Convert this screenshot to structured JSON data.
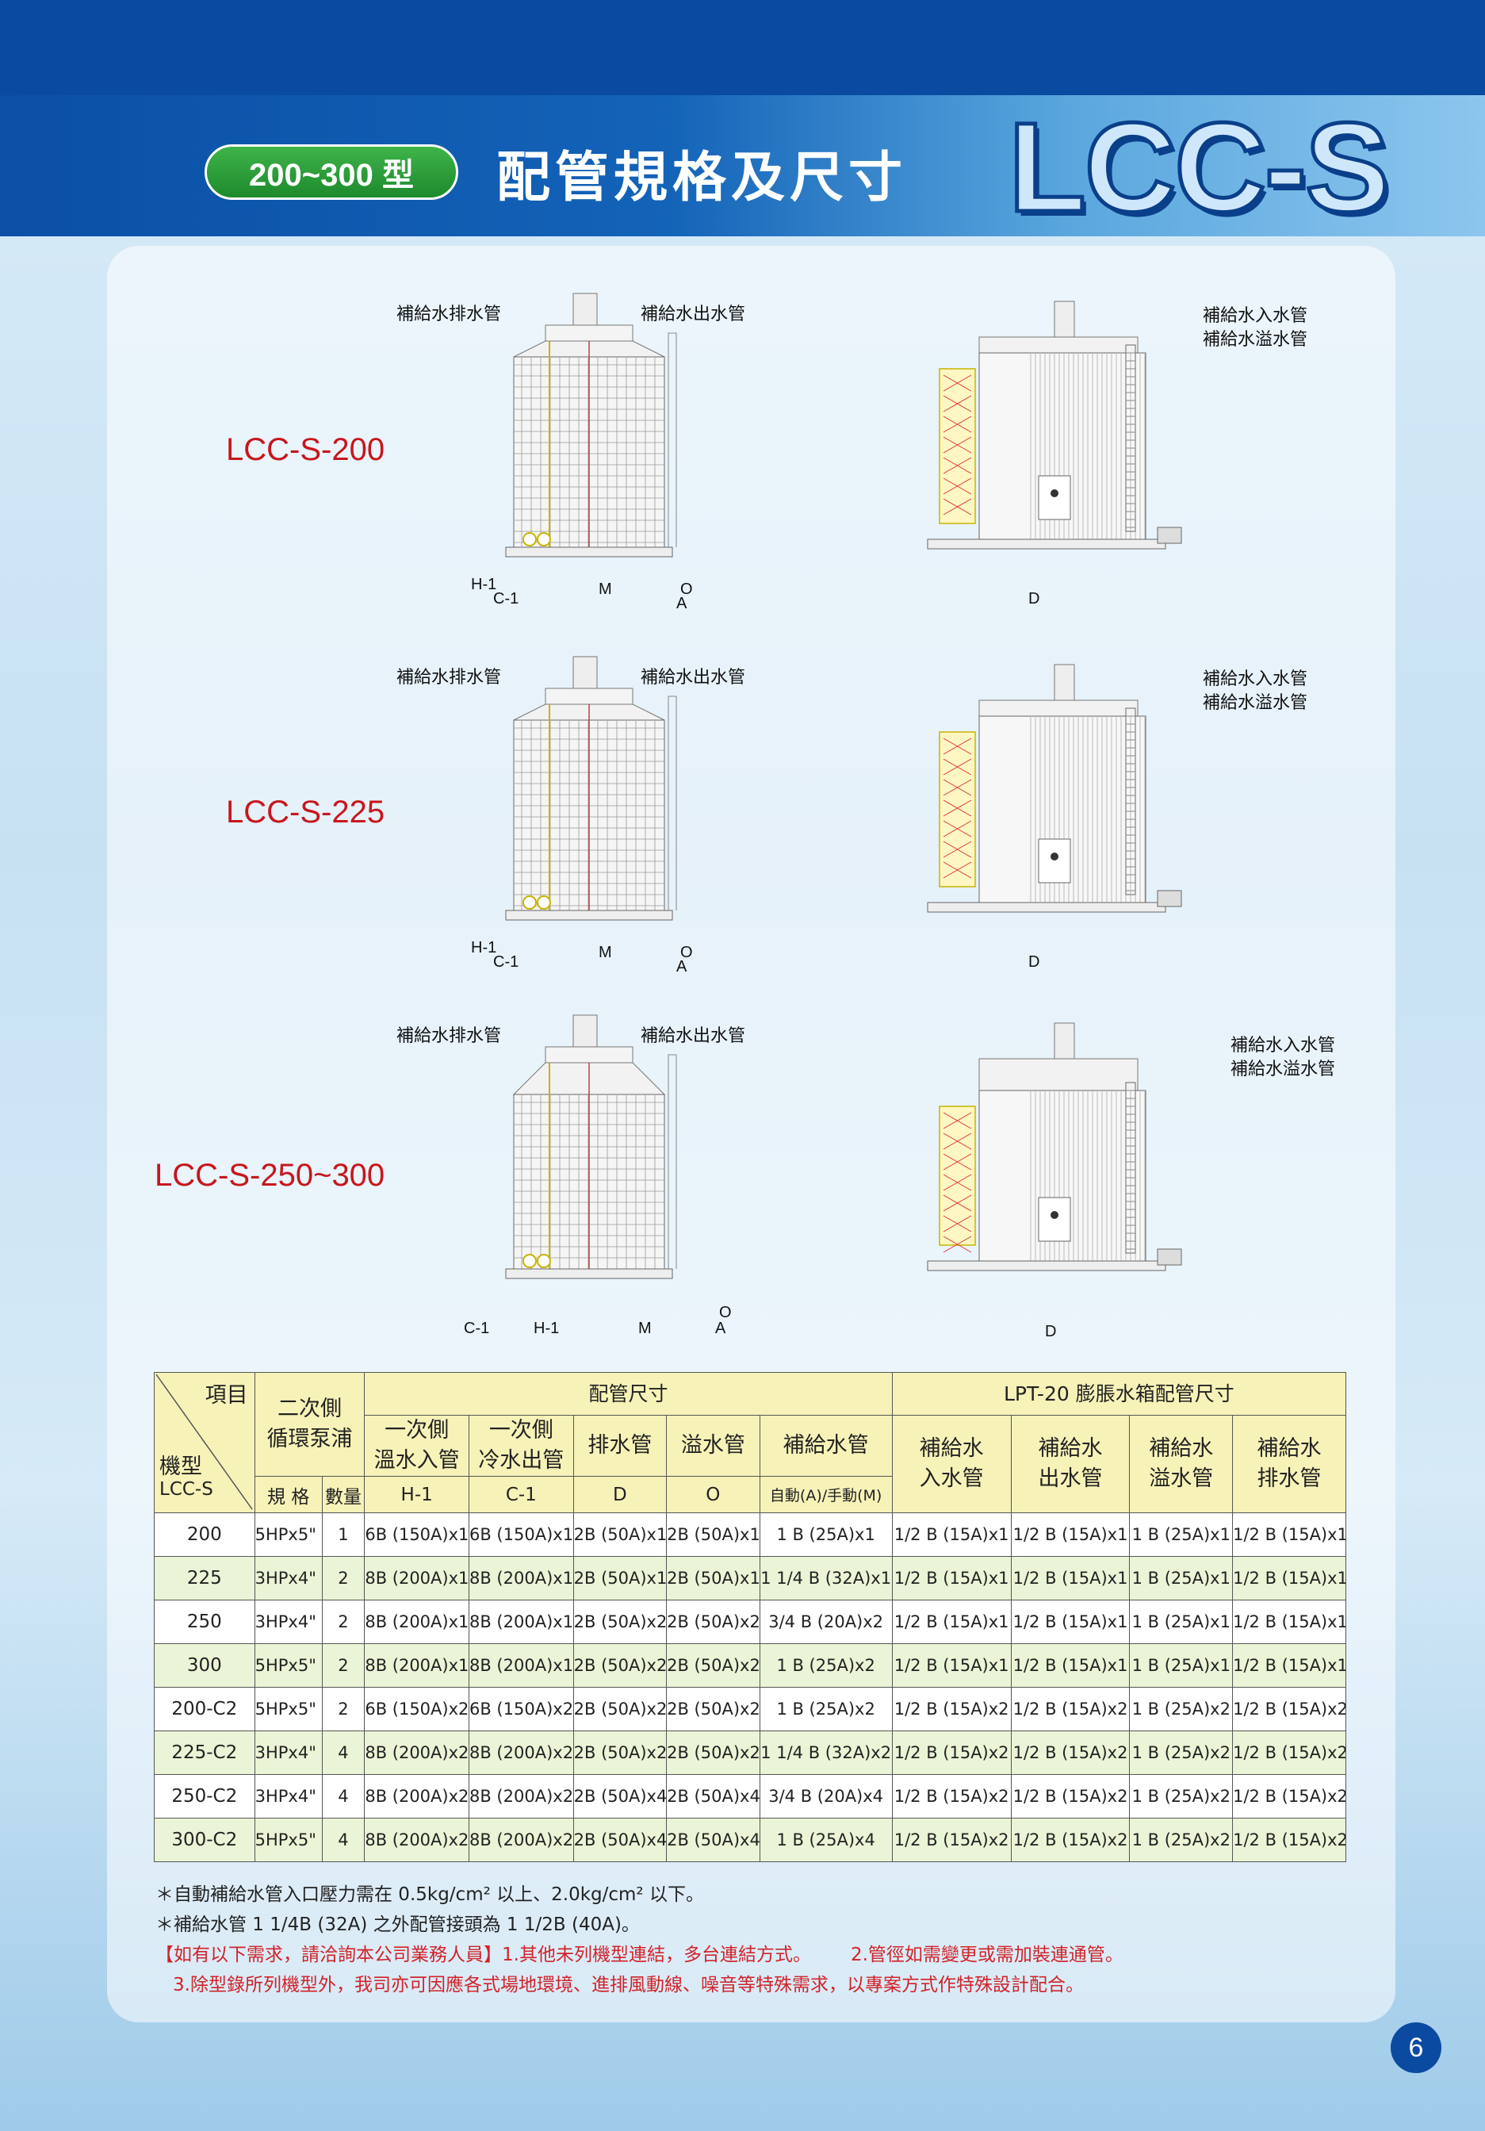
{
  "header": {
    "series": "200~300 型",
    "title": "配管規格及尺寸",
    "brand": "LCC-S"
  },
  "diagrams": [
    {
      "model": "LCC-S-200",
      "drain_callout": "補給水排水管",
      "outlet_callout": "補給水出水管",
      "inlet_callout": "補給水入水管",
      "overflow_callout": "補給水溢水管",
      "letters": [
        "H-1",
        "C-1",
        "M",
        "O",
        "A",
        "D"
      ]
    },
    {
      "model": "LCC-S-225",
      "drain_callout": "補給水排水管",
      "outlet_callout": "補給水出水管",
      "inlet_callout": "補給水入水管",
      "overflow_callout": "補給水溢水管",
      "letters": [
        "H-1",
        "C-1",
        "M",
        "O",
        "A",
        "D"
      ]
    },
    {
      "model": "LCC-S-250~300",
      "drain_callout": "補給水排水管",
      "outlet_callout": "補給水出水管",
      "inlet_callout": "補給水入水管",
      "overflow_callout": "補給水溢水管",
      "letters": [
        "C-1",
        "H-1",
        "M",
        "O",
        "A",
        "D"
      ]
    }
  ],
  "table": {
    "corner_item": "項目",
    "corner_model": "機型",
    "corner_series": "LCC-S",
    "pump_group": "二次側\n循環泵浦",
    "pipe_group": "配管尺寸",
    "tank_group": "LPT-20  膨脹水箱配管尺寸",
    "col_h1": "一次側\n溫水入管",
    "col_c1": "一次側\n冷水出管",
    "col_drain": "排水管",
    "col_overflow": "溢水管",
    "col_makeup": "補給水管",
    "col_tank_in": "補給水\n入水管",
    "col_tank_out": "補給水\n出水管",
    "col_tank_overflow": "補給水\n溢水管",
    "col_tank_drain": "補給水\n排水管",
    "sub_spec": "規 格",
    "sub_qty": "數量",
    "sub_h1": "H-1",
    "sub_c1": "C-1",
    "sub_d": "D",
    "sub_o": "O",
    "sub_makeup": "自動(A)/手動(M)",
    "rows": [
      [
        "200",
        "5HPx5\"",
        "1",
        "6B (150A)x1",
        "6B (150A)x1",
        "2B (50A)x1",
        "2B (50A)x1",
        "1 B (25A)x1",
        "1/2 B (15A)x1",
        "1/2 B (15A)x1",
        "1 B (25A)x1",
        "1/2 B (15A)x1"
      ],
      [
        "225",
        "3HPx4\"",
        "2",
        "8B (200A)x1",
        "8B (200A)x1",
        "2B (50A)x1",
        "2B (50A)x1",
        "1 1/4 B (32A)x1",
        "1/2 B (15A)x1",
        "1/2 B (15A)x1",
        "1 B (25A)x1",
        "1/2 B (15A)x1"
      ],
      [
        "250",
        "3HPx4\"",
        "2",
        "8B (200A)x1",
        "8B (200A)x1",
        "2B (50A)x2",
        "2B (50A)x2",
        "3/4 B (20A)x2",
        "1/2 B (15A)x1",
        "1/2 B (15A)x1",
        "1 B (25A)x1",
        "1/2 B (15A)x1"
      ],
      [
        "300",
        "5HPx5\"",
        "2",
        "8B (200A)x1",
        "8B (200A)x1",
        "2B (50A)x2",
        "2B (50A)x2",
        "1 B (25A)x2",
        "1/2 B (15A)x1",
        "1/2 B (15A)x1",
        "1 B (25A)x1",
        "1/2 B (15A)x1"
      ],
      [
        "200-C2",
        "5HPx5\"",
        "2",
        "6B (150A)x2",
        "6B (150A)x2",
        "2B (50A)x2",
        "2B (50A)x2",
        "1 B (25A)x2",
        "1/2 B (15A)x2",
        "1/2 B (15A)x2",
        "1 B (25A)x2",
        "1/2 B (15A)x2"
      ],
      [
        "225-C2",
        "3HPx4\"",
        "4",
        "8B (200A)x2",
        "8B (200A)x2",
        "2B (50A)x2",
        "2B (50A)x2",
        "1 1/4 B (32A)x2",
        "1/2 B (15A)x2",
        "1/2 B (15A)x2",
        "1 B (25A)x2",
        "1/2 B (15A)x2"
      ],
      [
        "250-C2",
        "3HPx4\"",
        "4",
        "8B (200A)x2",
        "8B (200A)x2",
        "2B (50A)x4",
        "2B (50A)x4",
        "3/4 B (20A)x4",
        "1/2 B (15A)x2",
        "1/2 B (15A)x2",
        "1 B (25A)x2",
        "1/2 B (15A)x2"
      ],
      [
        "300-C2",
        "5HPx5\"",
        "4",
        "8B (200A)x2",
        "8B (200A)x2",
        "2B (50A)x4",
        "2B (50A)x4",
        "1 B (25A)x4",
        "1/2 B (15A)x2",
        "1/2 B (15A)x2",
        "1 B (25A)x2",
        "1/2 B (15A)x2"
      ]
    ]
  },
  "notes": {
    "line1": "＊自動補給水管入口壓力需在 0.5kg/cm² 以上、2.0kg/cm² 以下。",
    "line2": "＊補給水管 1 1/4B (32A) 之外配管接頭為 1 1/2B (40A)。",
    "line3_red": "【如有以下需求，請洽詢本公司業務人員】",
    "line3_a": "1.其他未列機型連結，多台連結方式。",
    "line3_b": "2.管徑如需變更或需加裝連通管。",
    "line4": "3.除型錄所列機型外，我司亦可因應各式場地環境、進排風動線、噪音等特殊需求，以專案方式作特殊設計配合。"
  },
  "page_number": "6",
  "colors": {
    "header_blue": "#0a4aa0",
    "model_red": "#c8161d",
    "pill_green": "#2a9a36"
  }
}
